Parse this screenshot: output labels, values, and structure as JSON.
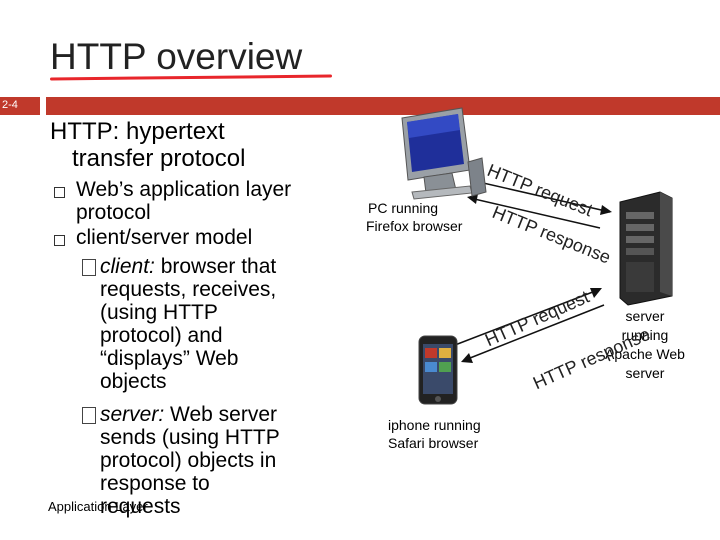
{
  "slide": {
    "title": "HTTP overview",
    "number": "2-4",
    "footer": "Application Layer"
  },
  "content": {
    "heading_line1": "HTTP: hypertext",
    "heading_line2": "transfer protocol",
    "bullet1_line1": "Web’s application layer",
    "bullet1_line2": "protocol",
    "bullet2": "client/server model",
    "client_label": "client:",
    "client_lines": [
      "browser that",
      "requests, receives,",
      "(using HTTP",
      "protocol) and",
      "“displays” Web",
      "objects"
    ],
    "server_label": "server:",
    "server_lines": [
      "Web server",
      "sends (using HTTP",
      "protocol) objects in",
      "response to",
      "requests"
    ]
  },
  "diagram": {
    "pc_label_line1": "PC running",
    "pc_label_line2": "Firefox browser",
    "iphone_label_line1": "iphone running",
    "iphone_label_line2": "Safari browser",
    "server_label_line1": "server",
    "server_label_line2": "running",
    "server_label_line3": "Apache Web",
    "server_label_line4": "server",
    "arrow_pc_request": "HTTP request",
    "arrow_pc_response": "HTTP response",
    "arrow_iphone_request": "HTTP request",
    "arrow_iphone_response": "HTTP response"
  },
  "colors": {
    "accent_red": "#c0392b",
    "underline_red": "#e8262b"
  }
}
